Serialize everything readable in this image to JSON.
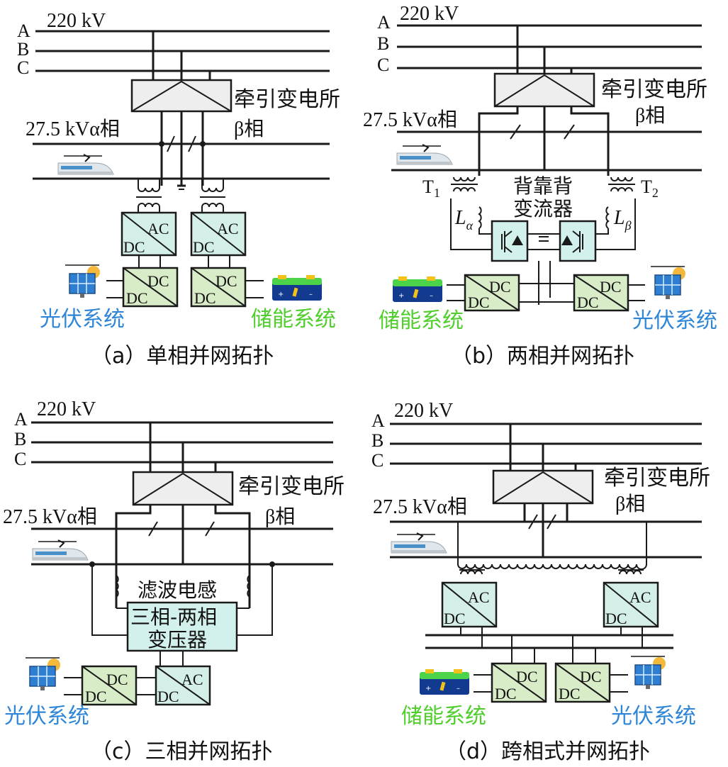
{
  "voltage_high": "220 kV",
  "phases": [
    "A",
    "B",
    "C"
  ],
  "substation": "牵引变电所",
  "feeder_alpha": "27.5 kVα相",
  "feeder_beta": "β相",
  "conv_ac": "AC",
  "conv_dc": "DC",
  "pv_label": "光伏系统",
  "storage_label": "储能系统",
  "btb_line1": "背靠背",
  "btb_line2": "变流器",
  "t1_main": "T",
  "t1_sub": "1",
  "t2_main": "T",
  "t2_sub": "2",
  "la_main": "L",
  "la_sub": "α",
  "lb_main": "L",
  "lb_sub": "β",
  "filter_label": "滤波电感",
  "tp_line1": "三相-两相",
  "tp_line2": "变压器",
  "caption_a": "（a）单相并网拓扑",
  "caption_b": "（b）两相并网拓扑",
  "caption_c": "（c）三相并网拓扑",
  "caption_d": "（d）跨相式并网拓扑",
  "colors": {
    "pv_text": "#2f86d6",
    "storage_text": "#4fce2c",
    "converter_fill": "#d8ecc8",
    "ac_converter_fill": "#d4eee8"
  }
}
